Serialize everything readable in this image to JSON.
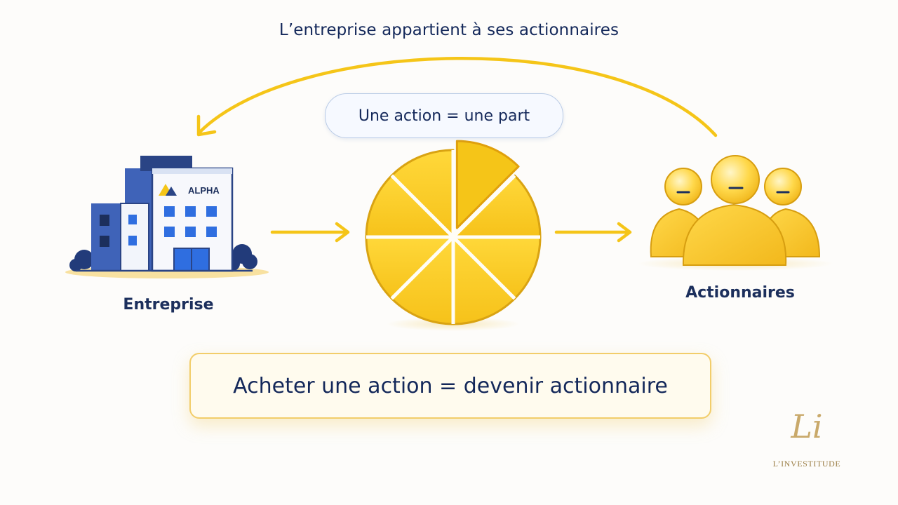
{
  "title": "L’entreprise appartient à ses actionnaires",
  "pill": "Une action = une part",
  "nodes": {
    "company": {
      "label": "Entreprise",
      "sign": "ALPHA"
    },
    "shareholders": {
      "label": "Actionnaires"
    }
  },
  "pie": {
    "slices": 8,
    "highlighted_slices": 1
  },
  "conclusion": "Acheter une action = devenir actionnaire",
  "brand": {
    "mark": "Li",
    "name": "L’INVESTITUDE"
  },
  "colors": {
    "accent": "#f5c518",
    "accent_dark": "#e0a00c",
    "navy": "#14285a",
    "building_blue": "#3f63b8",
    "building_dark": "#2a4485",
    "window_blue": "#2f6ee0",
    "gold": "#c9a96a"
  }
}
